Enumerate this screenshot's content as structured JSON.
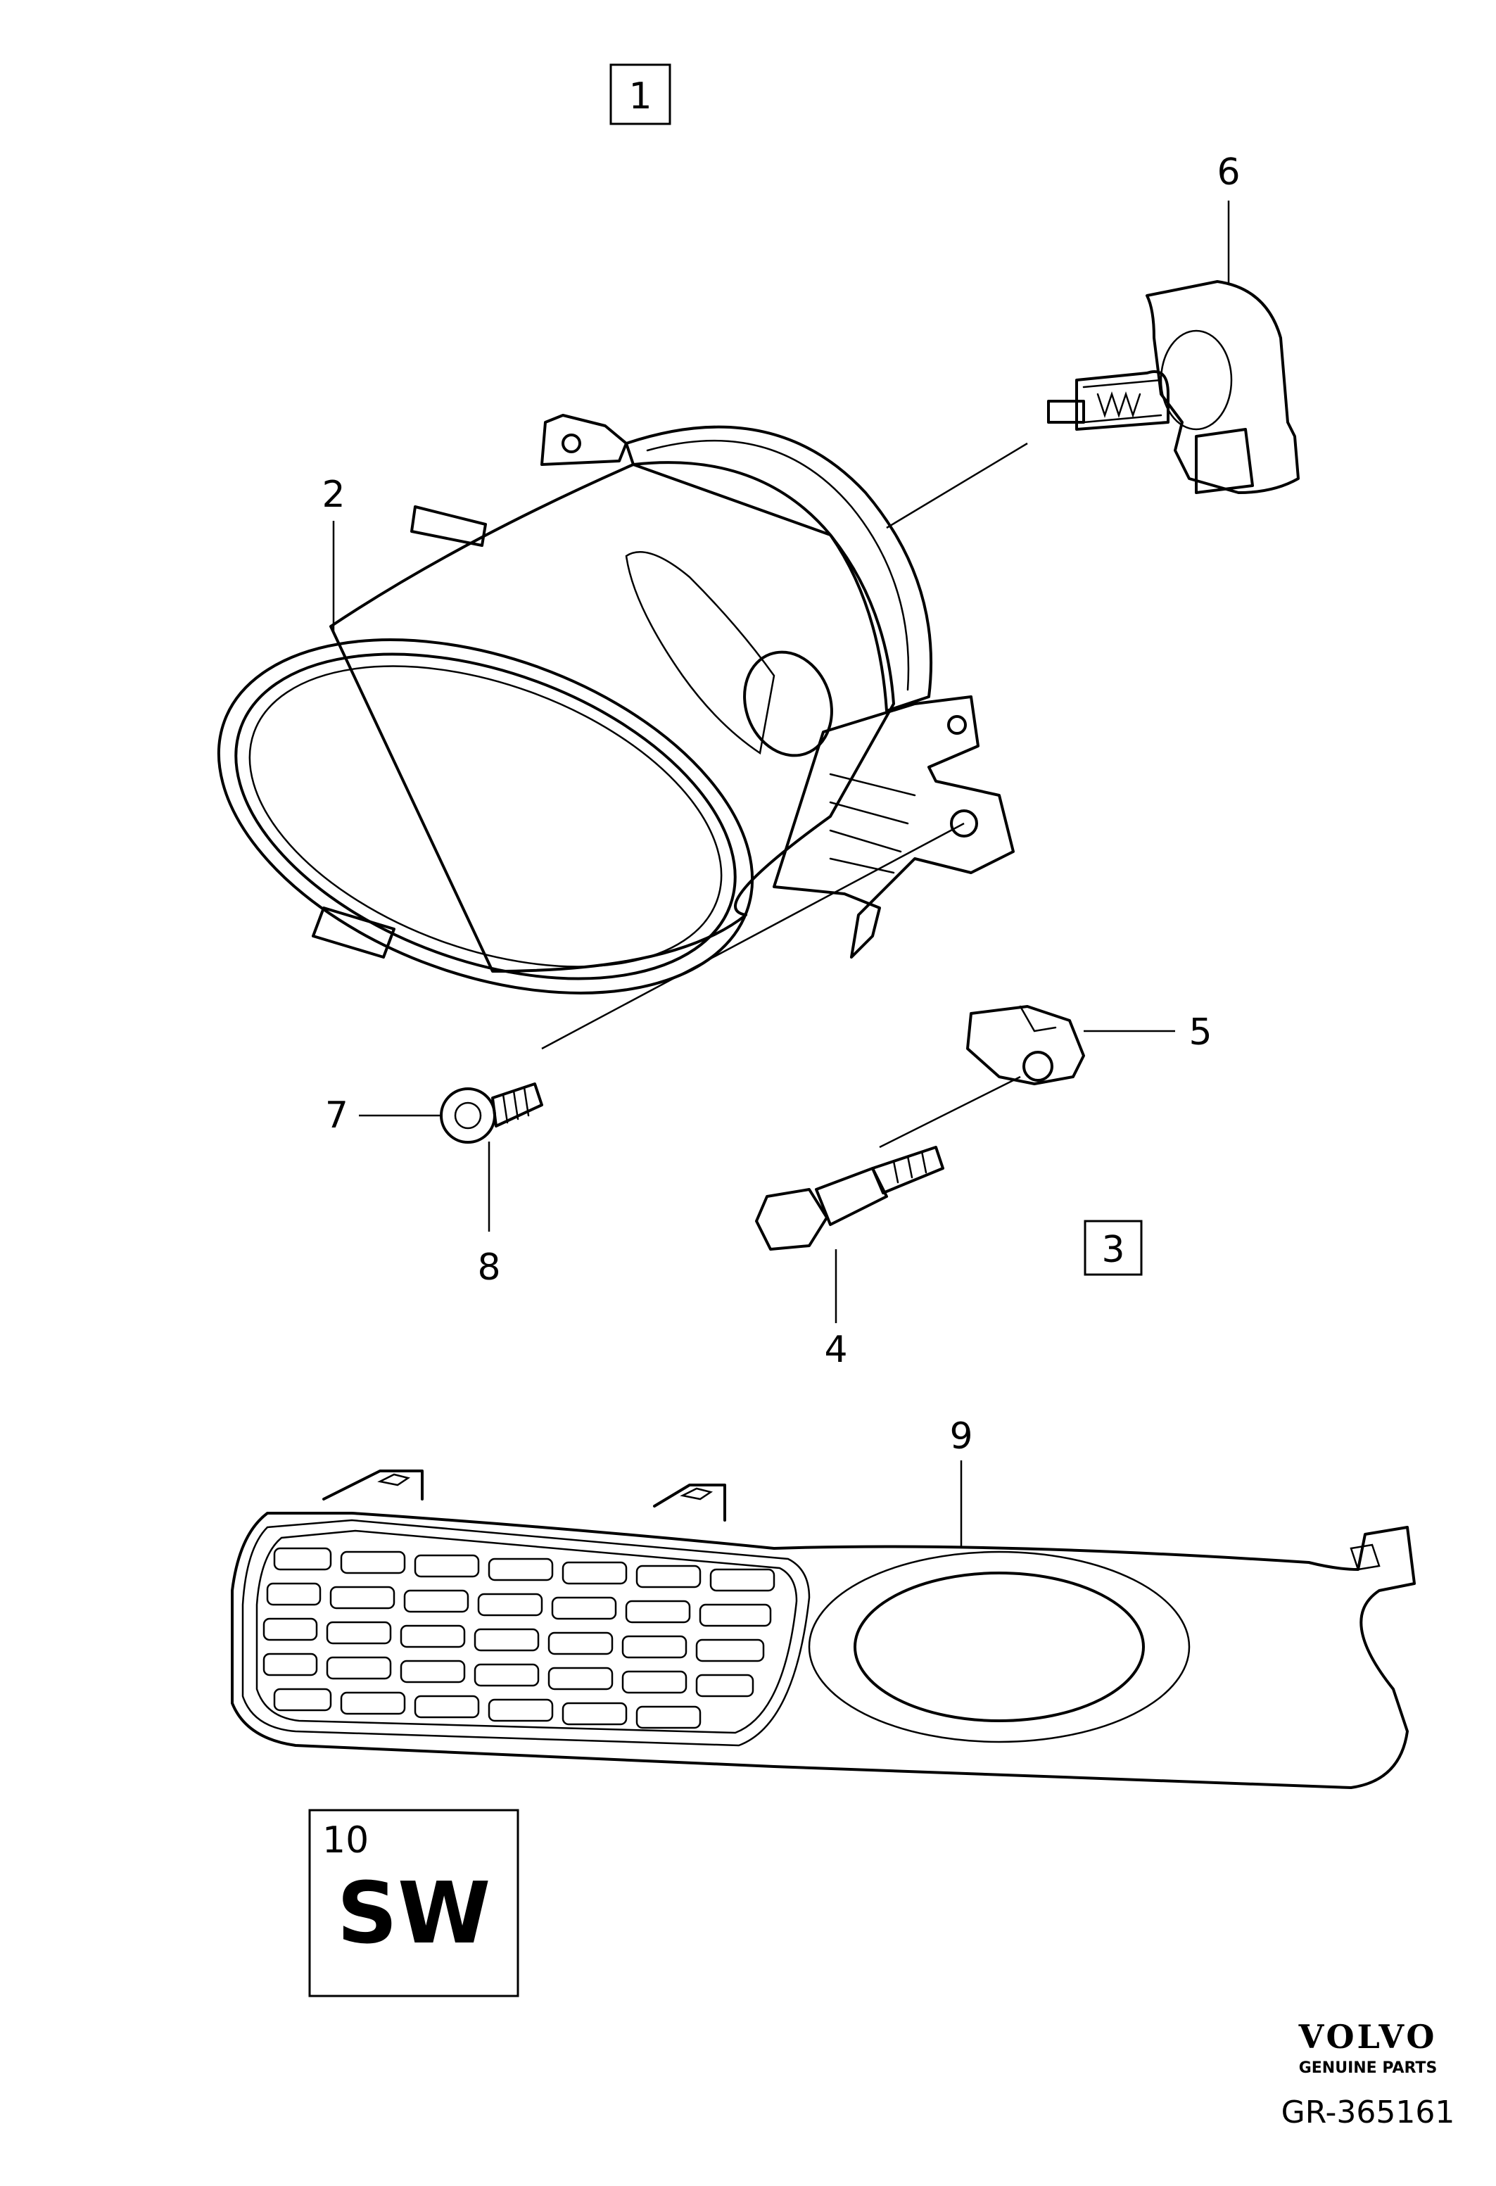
{
  "callouts": {
    "c1": "1",
    "c2": "2",
    "c3": "3",
    "c4": "4",
    "c5": "5",
    "c6": "6",
    "c7": "7",
    "c8": "8",
    "c9": "9",
    "c10": "10"
  },
  "variant_label": "SW",
  "brand": {
    "name": "VOLVO",
    "tagline": "GENUINE PARTS"
  },
  "reference": "GR-365161"
}
